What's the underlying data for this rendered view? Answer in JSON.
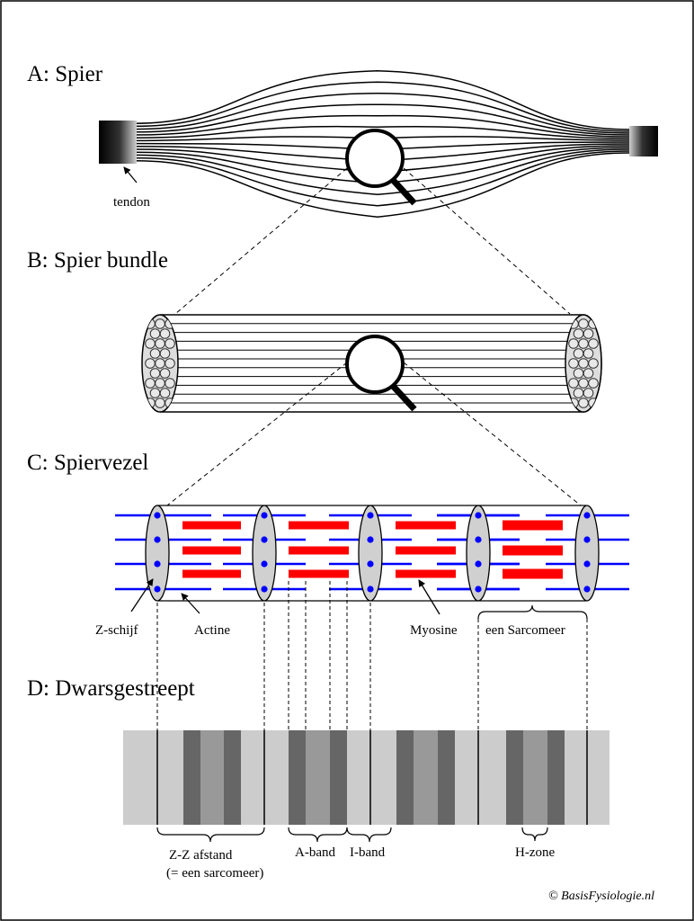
{
  "sections": {
    "a_title": "A: Spier",
    "b_title": "B: Spier bundle",
    "c_title": "C: Spiervezel",
    "d_title": "D: Dwarsgestreept"
  },
  "labels": {
    "tendon": "tendon",
    "z_disc": "Z-schijf",
    "actin": "Actine",
    "myosin": "Myosine",
    "sarcomere": "een Sarcomeer",
    "zz_distance": "Z-Z afstand",
    "zz_note": "(= een sarcomeer)",
    "a_band": "A-band",
    "i_band": "I-band",
    "h_zone": "H-zone"
  },
  "credit": "© BasisFysiologie.nl",
  "colors": {
    "myosin": "#ff0000",
    "actin": "#0000ff",
    "z_disc": "#d0d0d0",
    "i_band": "#cccccc",
    "a_band_dark": "#666666",
    "h_zone": "#999999",
    "outline": "#000000"
  },
  "icons": {
    "magnifier": "magnifying-glass-icon"
  }
}
